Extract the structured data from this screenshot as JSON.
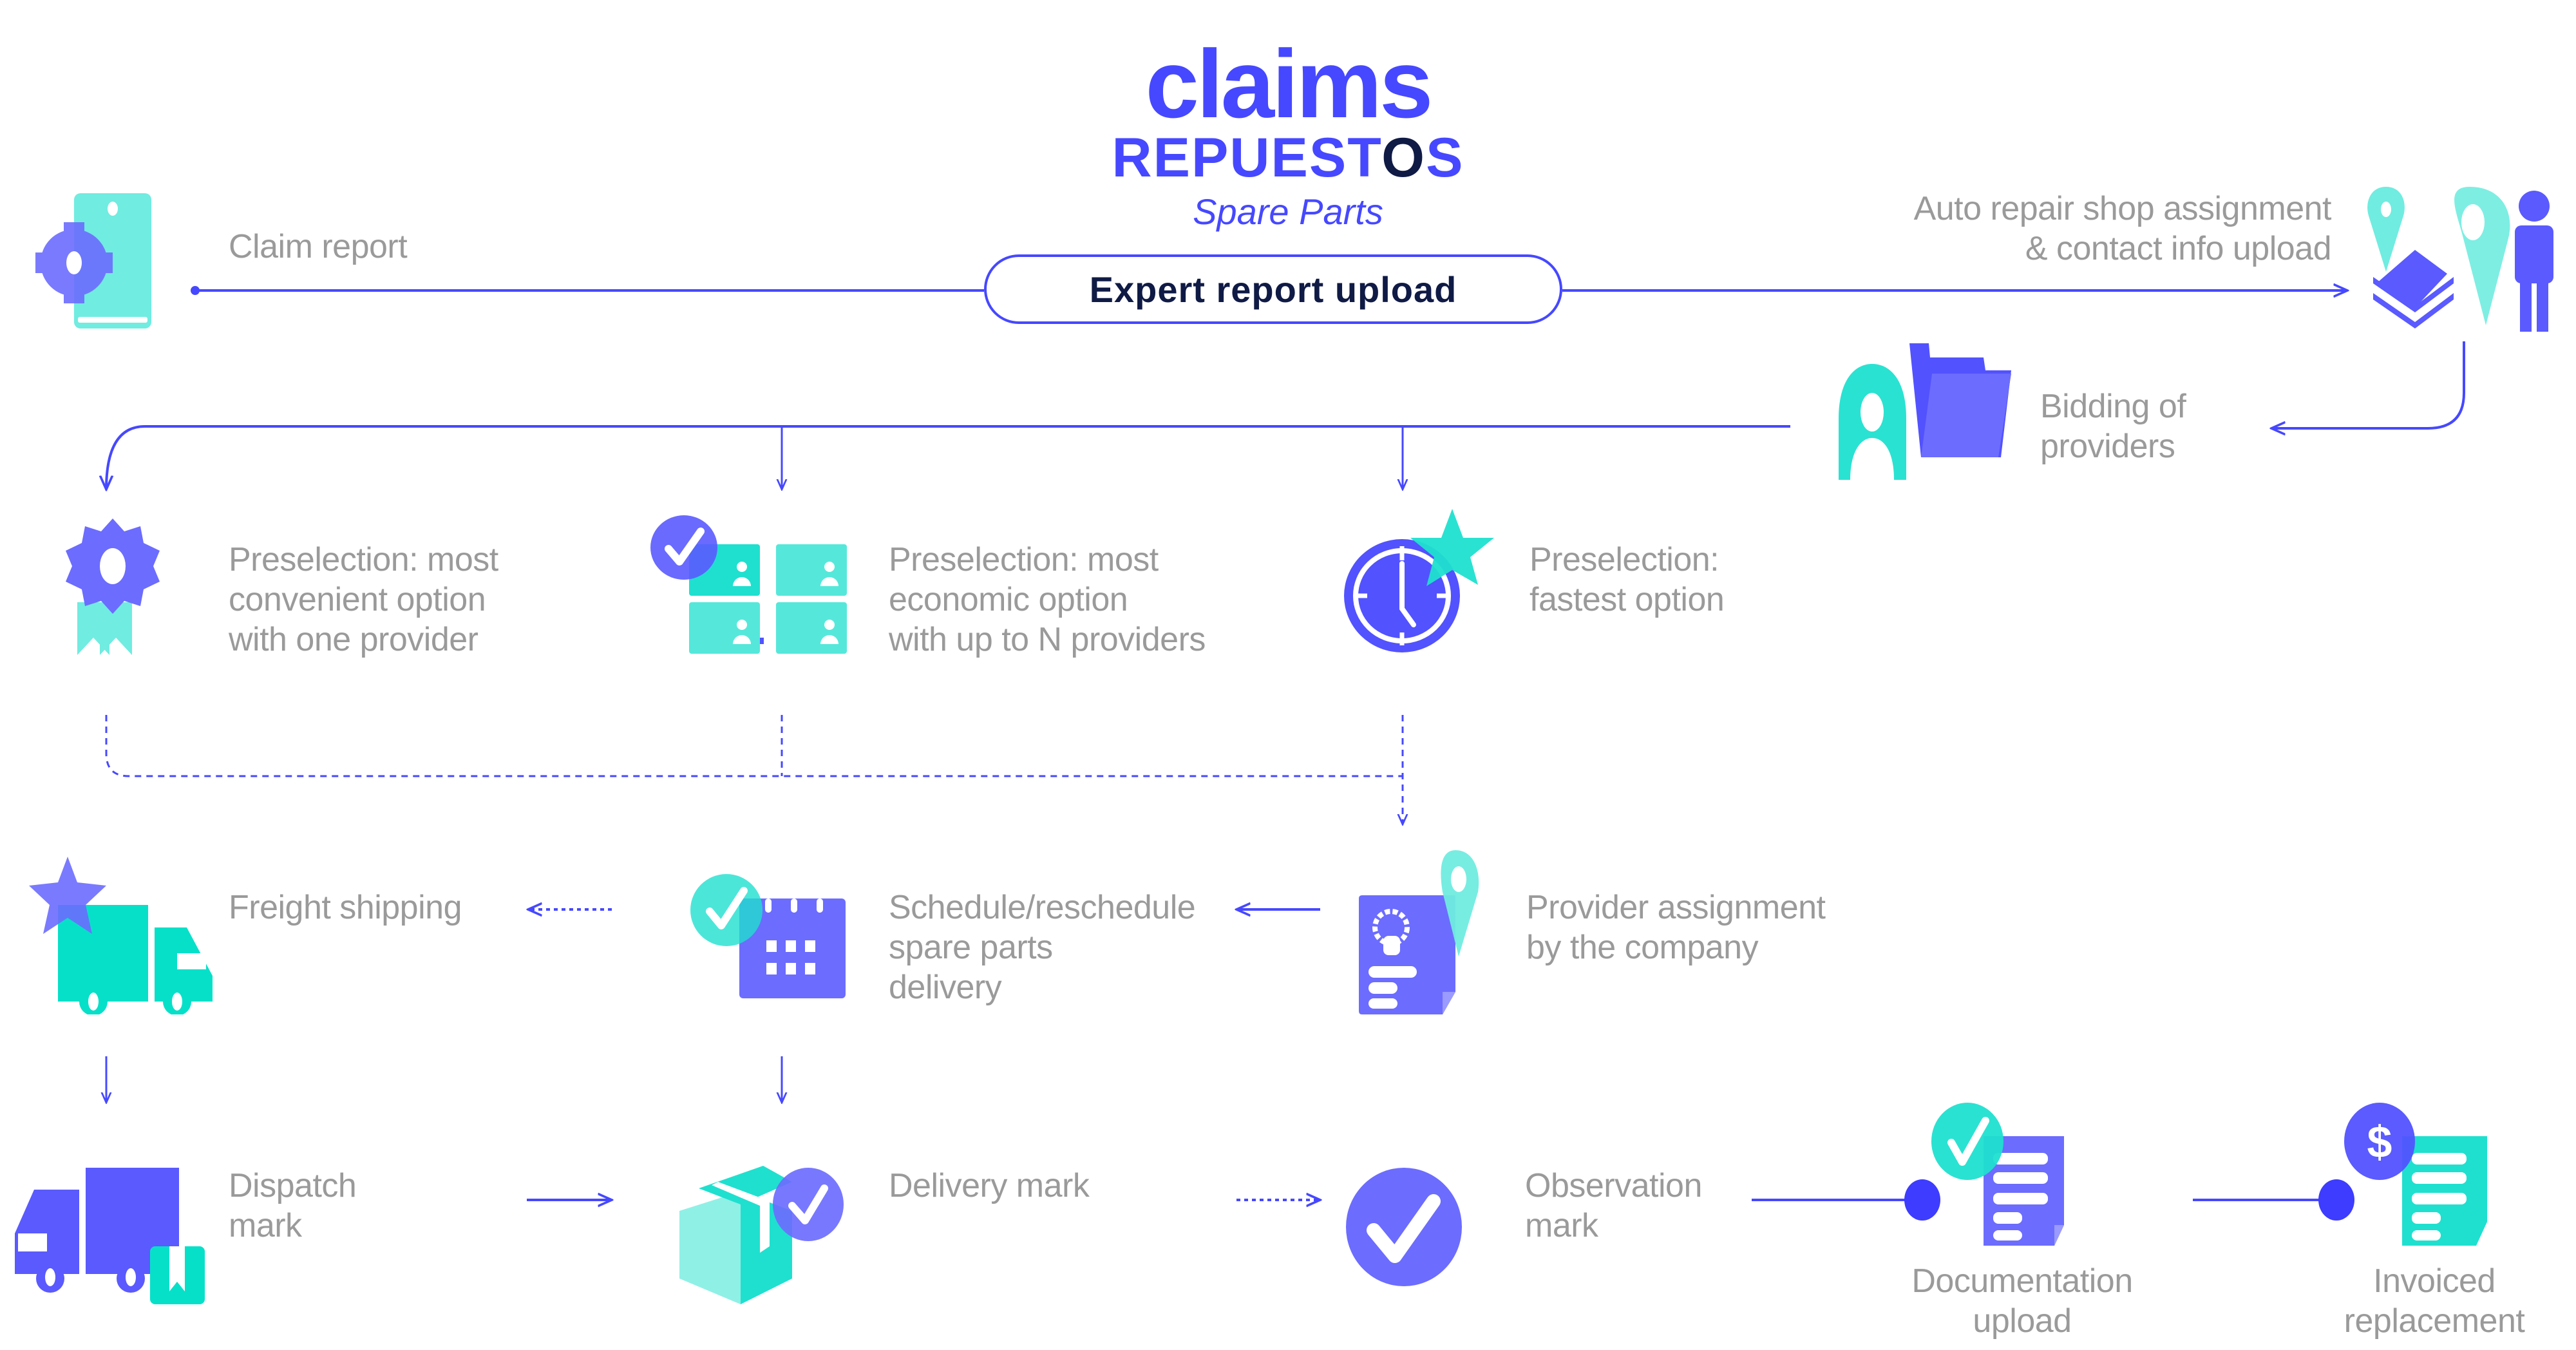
{
  "header": {
    "brand": "claims",
    "product_prefix": "REPUESTOS",
    "product_main": "REPUEST",
    "product_o": "O",
    "product_suffix": "S",
    "subtitle": "Spare Parts",
    "central_step": "Expert report upload"
  },
  "colors": {
    "primary": "#4648ff",
    "violet": "#6c6cff",
    "teal": "#1fe0cf",
    "teal_light": "#70ece0",
    "navy": "#0f1a45",
    "label_gray": "#9a9a9a"
  },
  "steps": {
    "claim_report": {
      "lines": [
        "Claim report"
      ],
      "icon": "phone-gear-icon"
    },
    "auto_repair": {
      "lines": [
        "Auto repair shop assignment",
        "& contact info upload"
      ],
      "icon": "location-person-icon"
    },
    "bidding": {
      "lines": [
        "Bidding of",
        "providers"
      ],
      "icon": "user-folder-icon"
    },
    "pre_convenient": {
      "lines": [
        "Preselection: most",
        "convenient option",
        "with one provider"
      ],
      "icon": "award-badge-icon"
    },
    "pre_economic": {
      "lines": [
        "Preselection: most",
        "economic option",
        "with up to N providers"
      ],
      "icon": "provider-network-icon"
    },
    "pre_fastest": {
      "lines": [
        "Preselection:",
        "fastest option"
      ],
      "icon": "clock-star-icon"
    },
    "freight": {
      "lines": [
        "Freight shipping"
      ],
      "icon": "truck-star-icon"
    },
    "schedule": {
      "lines": [
        "Schedule/reschedule",
        "spare parts",
        "delivery"
      ],
      "icon": "calendar-check-icon"
    },
    "provider_assign": {
      "lines": [
        "Provider assignment",
        "by the company"
      ],
      "icon": "document-pin-icon"
    },
    "dispatch": {
      "lines": [
        "Dispatch",
        "mark"
      ],
      "icon": "truck-package-icon"
    },
    "delivery": {
      "lines": [
        "Delivery mark"
      ],
      "icon": "box-check-icon"
    },
    "observation": {
      "lines": [
        "Observation",
        "mark"
      ],
      "icon": "check-circle-icon"
    },
    "documentation": {
      "lines": [
        "Documentation",
        "upload"
      ],
      "icon": "document-check-icon"
    },
    "invoiced": {
      "lines": [
        "Invoiced",
        "replacement"
      ],
      "icon": "invoice-dollar-icon"
    }
  }
}
